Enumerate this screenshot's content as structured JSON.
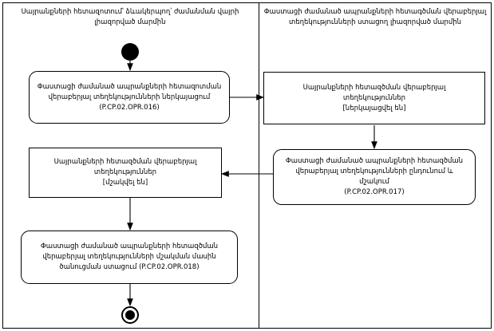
{
  "diagram": {
    "type": "activity-diagram",
    "lanes": [
      {
        "id": "lane-left",
        "title": "Սայրանքների հետազոտում՝ ձևակերպող՝ ժամանման վայրի\nլիազորված մարմին"
      },
      {
        "id": "lane-right",
        "title": "Փաստացի ժամանած ապրանքների հետագծման\nվերաբերյալ տեղեկությունների ստացող լիազորված մարմին"
      }
    ],
    "nodes": [
      {
        "id": "start",
        "kind": "initial-node",
        "label": ""
      },
      {
        "id": "activity-1",
        "kind": "activity-rounded",
        "label": "Փաստացի ժամանած ապրանքների հետազոտման\nվերաբերյալ տեղեկությունների ներկայացում\n(P.CP.02.OPR.016)"
      },
      {
        "id": "object-1",
        "kind": "object-square",
        "label": "Սայրանքների հետազծման վերաբերյալ\nտեղեկություններ\n[ներկայացվել են]"
      },
      {
        "id": "activity-2",
        "kind": "activity-rounded",
        "label": "Փաստացի ժամանած ապրանքների հետազծման\nվերաբերյալ տեղեկությունների ընդունում և\nմշակում\n(P.CP.02.OPR.017)"
      },
      {
        "id": "object-2",
        "kind": "object-square",
        "label": "Սայրանքների հետազծման վերաբերյալ\nտեղեկություններ\n[մշակվել են]"
      },
      {
        "id": "activity-3",
        "kind": "activity-rounded",
        "label": "Փաստացի ժամանած ապրանքների հետազծման\nվերաբերյալ տեղեկությունների մշակման մասին\nծանուցման ստացում (P.CP.02.OPR.018)"
      },
      {
        "id": "end",
        "kind": "final-node",
        "label": ""
      }
    ],
    "colors": {
      "stroke": "#000000",
      "fill": "#ffffff",
      "text": "#000000"
    }
  }
}
